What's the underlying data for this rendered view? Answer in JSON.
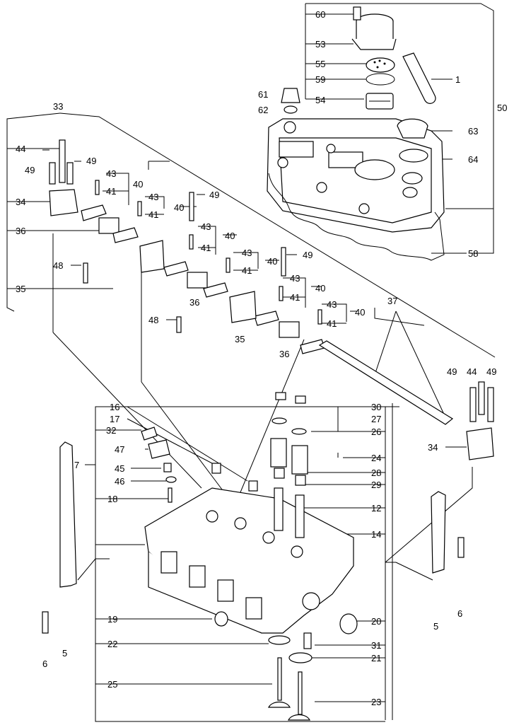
{
  "diagram": {
    "callouts": [
      "60",
      "53",
      "55",
      "59",
      "1",
      "61",
      "62",
      "54",
      "50",
      "63",
      "64",
      "58",
      "33",
      "44",
      "49",
      "49",
      "43",
      "40",
      "41",
      "43",
      "41",
      "40",
      "49",
      "34",
      "36",
      "43",
      "40",
      "41",
      "43",
      "41",
      "40",
      "49",
      "48",
      "35",
      "43",
      "40",
      "41",
      "43",
      "41",
      "40",
      "36",
      "48",
      "35",
      "36",
      "37",
      "49",
      "44",
      "49",
      "16",
      "30",
      "17",
      "27",
      "32",
      "26",
      "47",
      "34",
      "24",
      "7",
      "45",
      "28",
      "46",
      "29",
      "18",
      "12",
      "14",
      "19",
      "20",
      "22",
      "31",
      "21",
      "25",
      "23",
      "6",
      "5",
      "5",
      "6"
    ]
  }
}
